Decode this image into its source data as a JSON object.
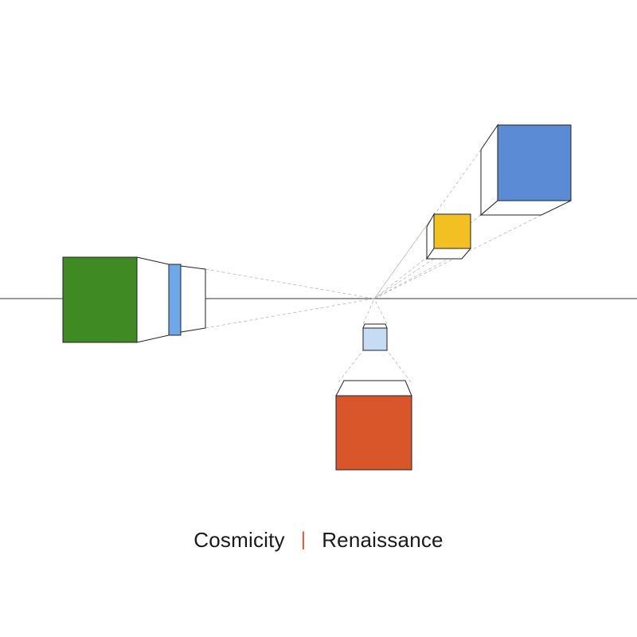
{
  "caption": {
    "artist": "Cosmicity",
    "separator": "|",
    "title": "Renaissance"
  },
  "colors": {
    "background": "#ffffff",
    "horizon": "#333333",
    "guide": "#b8b8b8",
    "green": "#3f8a23",
    "light_blue": "#6fa8e8",
    "pale_blue": "#c6dcf5",
    "yellow": "#f2c021",
    "blue": "#5c8bd6",
    "red": "#d9562a",
    "separator": "#d9562a",
    "outline": "#222222"
  },
  "shapes": [
    {
      "name": "green-cube",
      "color_key": "green"
    },
    {
      "name": "light-blue-cube",
      "color_key": "light_blue"
    },
    {
      "name": "yellow-cube",
      "color_key": "yellow"
    },
    {
      "name": "blue-cube",
      "color_key": "blue"
    },
    {
      "name": "pale-blue-cube",
      "color_key": "pale_blue"
    },
    {
      "name": "red-cube",
      "color_key": "red"
    }
  ]
}
